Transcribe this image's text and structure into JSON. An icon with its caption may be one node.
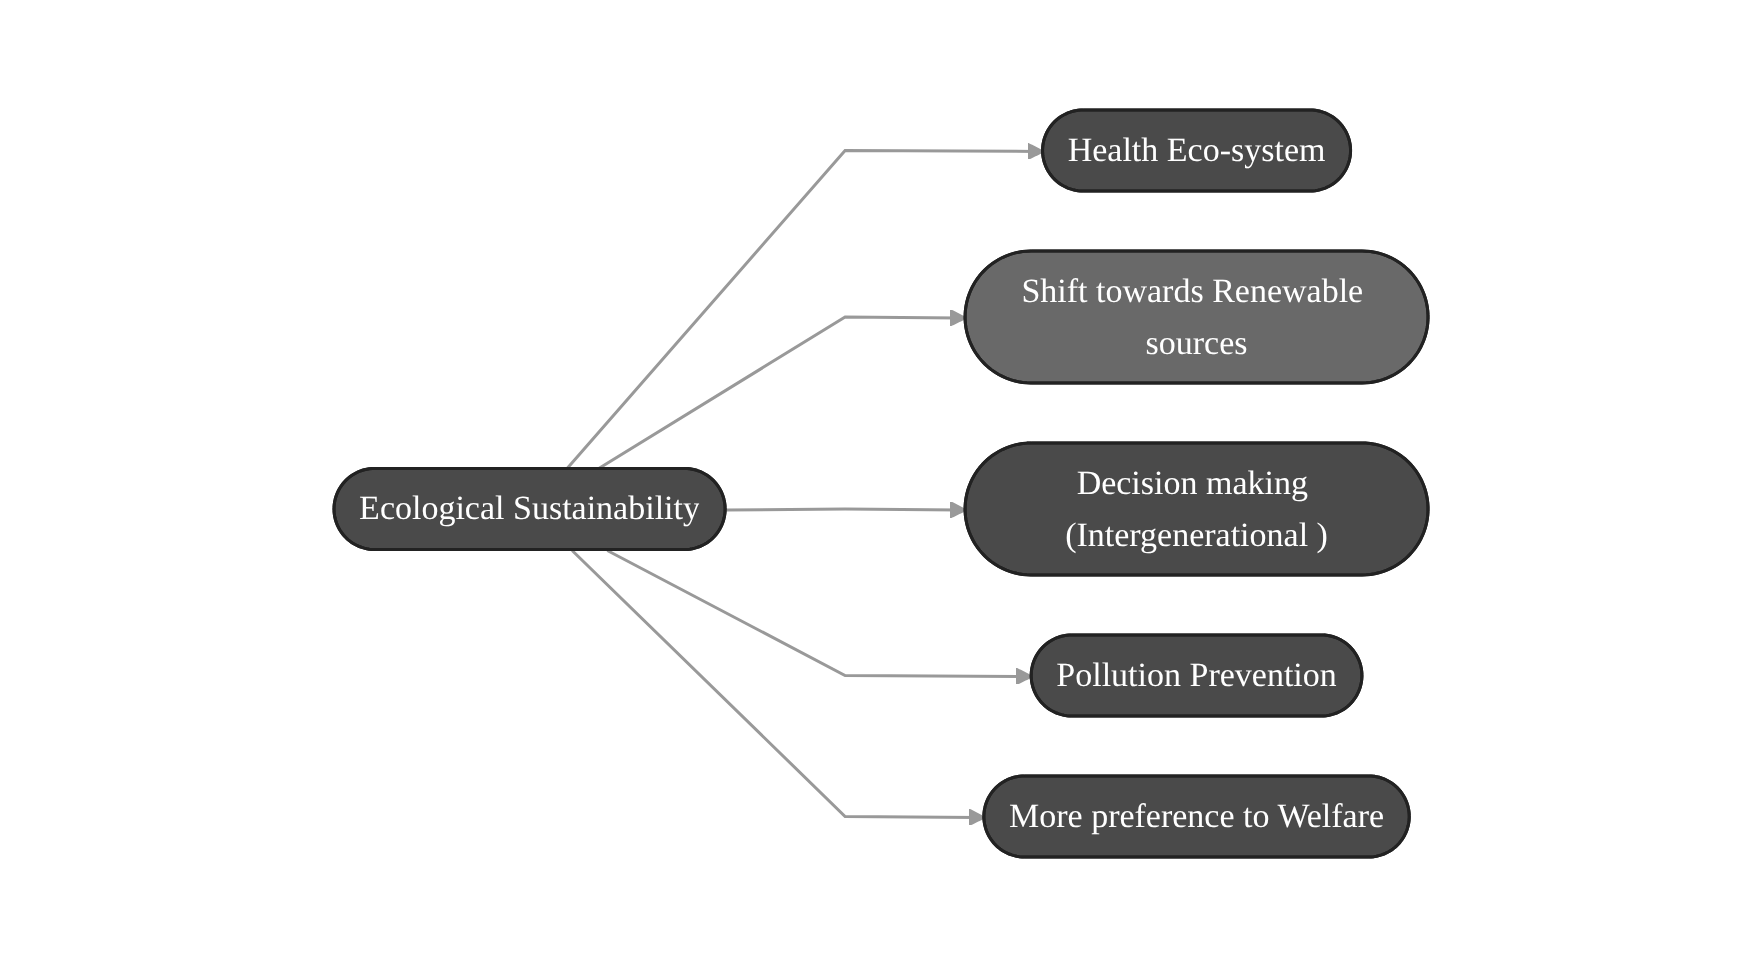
{
  "diagram": {
    "nodes": [
      {
        "text": [
          "Health Eco-system"
        ]
      },
      {
        "text": [
          "Shift towards Renewable sources"
        ]
      },
      {
        "text": [
          "Ecological Sustainability"
        ]
      },
      {
        "text": [
          "Decision making (Intergenerational )"
        ]
      },
      {
        "text": [
          "Pollution Prevention"
        ]
      },
      {
        "text": [
          "More preference to Welfare"
        ]
      }
    ],
    "edges": [
      {
        "from": 2,
        "to": 0,
        "arrow": "to"
      },
      {
        "from": 2,
        "to": 1,
        "arrow": "to"
      },
      {
        "from": 2,
        "to": 3,
        "arrow": "to"
      },
      {
        "from": 2,
        "to": 4,
        "arrow": "to"
      },
      {
        "from": 2,
        "to": 5,
        "arrow": "to"
      }
    ]
  }
}
